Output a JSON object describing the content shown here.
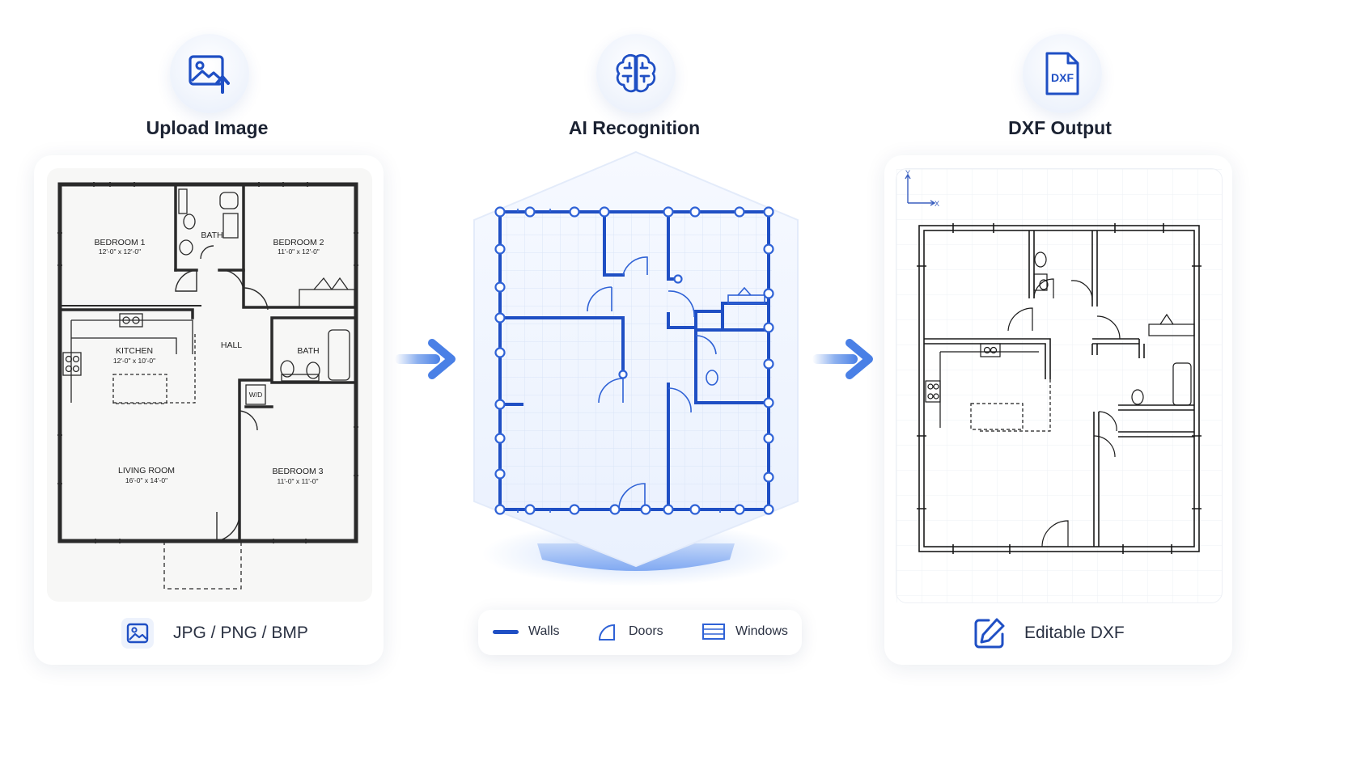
{
  "steps": {
    "upload": {
      "title": "Upload Image",
      "icon": "image-upload-icon",
      "format_label": "JPG / PNG / BMP"
    },
    "recognition": {
      "title": "AI Recognition",
      "icon": "brain-icon"
    },
    "output": {
      "title": "DXF Output",
      "icon": "dxf-file-icon",
      "icon_text": "DXF",
      "label": "Editable DXF"
    }
  },
  "plan_labels": {
    "bedroom1": {
      "name": "BEDROOM 1",
      "dim": "12'-0\" x 12'-0\""
    },
    "bath1": {
      "name": "BATH"
    },
    "bedroom2": {
      "name": "BEDROOM 2",
      "dim": "11'-0\" x 12'-0\""
    },
    "kitchen": {
      "name": "KITCHEN",
      "dim": "12'-0\" x 10'-0\""
    },
    "hall": {
      "name": "HALL"
    },
    "bath2": {
      "name": "BATH"
    },
    "wd": {
      "name": "W/D"
    },
    "living": {
      "name": "LIVING ROOM",
      "dim": "16'-0\" x 14'-0\""
    },
    "bedroom3": {
      "name": "BEDROOM 3",
      "dim": "11'-0\" x 11'-0\""
    }
  },
  "legend": {
    "walls": "Walls",
    "doors": "Doors",
    "windows": "Windows"
  },
  "axes": {
    "y": "Y",
    "x": "X"
  },
  "colors": {
    "accent": "#1f4fc4",
    "arrow": "#5b8ee8",
    "ink": "#1b2232"
  }
}
